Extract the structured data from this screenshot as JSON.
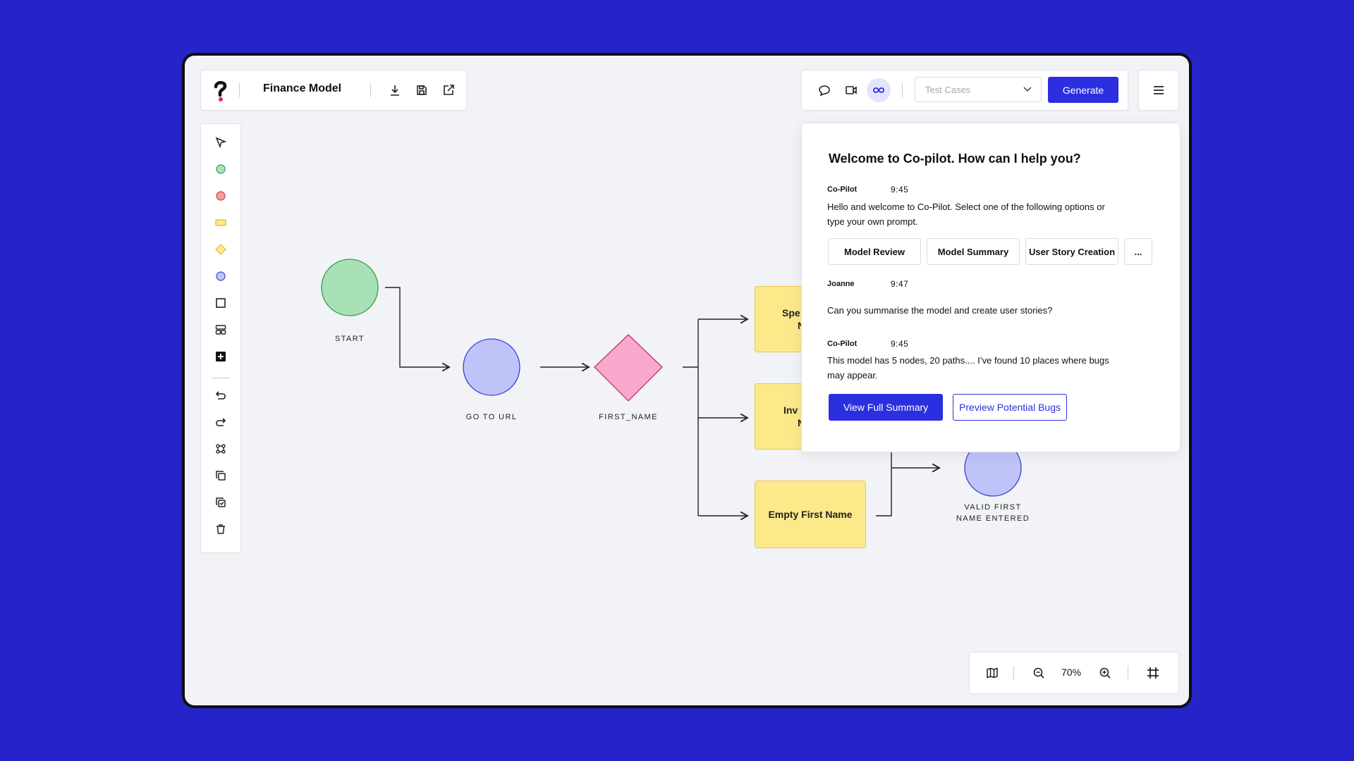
{
  "colors": {
    "accent": "#2b2fe0",
    "background": "#2424c8",
    "start_node": "#a8e2b4",
    "url_node": "#c0c3f7",
    "decision_node": "#f7a8cc",
    "task_node": "#fce98a"
  },
  "header": {
    "title": "Finance Model",
    "icons": [
      "download-icon",
      "save-icon",
      "share-icon"
    ]
  },
  "topbar": {
    "mode_icons": [
      "comment-icon",
      "video-icon",
      "infinity-icon"
    ],
    "select_placeholder": "Test Cases",
    "generate_label": "Generate"
  },
  "toolbar": {
    "tools": [
      "pointer-icon",
      "start-node-icon",
      "end-node-icon",
      "task-node-icon",
      "decision-node-icon",
      "url-node-icon",
      "frame-icon",
      "layout-icon",
      "add-icon",
      "undo-icon",
      "redo-icon",
      "group-icon",
      "copy-icon",
      "paste-icon",
      "delete-icon"
    ]
  },
  "canvas": {
    "nodes": {
      "start": "START",
      "go_to_url": "GO TO URL",
      "first_name": "FIRST_NAME",
      "special_node_partial": "Spe",
      "special_node_partial_2": "N",
      "invalid_node_partial": "Inv",
      "invalid_node_partial_2": "N",
      "empty_first_name": "Empty First Name",
      "valid_first_line1": "VALID FIRST",
      "valid_first_line2": "NAME ENTERED"
    }
  },
  "copilot": {
    "title": "Welcome to Co-pilot. How can I help you?",
    "messages": [
      {
        "sender": "Co-Pilot",
        "time": "9:45",
        "text": "Hello and welcome to Co-Pilot. Select one of the following options or type your own prompt."
      },
      {
        "sender": "Joanne",
        "time": "9:47",
        "text": "Can you summarise the model and create user stories?"
      },
      {
        "sender": "Co-Pilot",
        "time": "9:45",
        "text": "This model has 5 nodes, 20 paths.... I’ve found 10 places where bugs may appear."
      }
    ],
    "options": [
      "Model Review",
      "Model Summary",
      "User Story Creation",
      "..."
    ],
    "view_summary_label": "View Full Summary",
    "preview_bugs_label": "Preview Potential Bugs"
  },
  "zoom": {
    "level": "70%",
    "icons": [
      "map-icon",
      "zoom-out-icon",
      "zoom-in-icon",
      "crop-icon"
    ]
  },
  "menu": {
    "icon": "hamburger-menu-icon"
  }
}
